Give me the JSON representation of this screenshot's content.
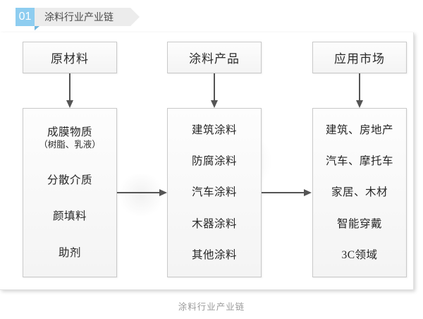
{
  "header": {
    "number": "01",
    "title": "涂料行业产业链"
  },
  "caption": "涂料行业产业链",
  "colors": {
    "badge_blue": "#8ecdf0",
    "badge_tail": "#6fb6de",
    "title_bg": "#ececec",
    "box_border": "#c9c9c9",
    "arrow": "#555555",
    "caption_text": "#9a9a9a"
  },
  "columns": [
    {
      "head": "原材料",
      "items": [
        {
          "text": "成膜物质",
          "sub": "（树脂、乳液）"
        },
        {
          "text": "分散介质",
          "sub": ""
        },
        {
          "text": "颜填料",
          "sub": ""
        },
        {
          "text": "助剂",
          "sub": ""
        }
      ]
    },
    {
      "head": "涂料产品",
      "items": [
        {
          "text": "建筑涂料",
          "sub": ""
        },
        {
          "text": "防腐涂料",
          "sub": ""
        },
        {
          "text": "汽车涂料",
          "sub": ""
        },
        {
          "text": "木器涂料",
          "sub": ""
        },
        {
          "text": "其他涂料",
          "sub": ""
        }
      ]
    },
    {
      "head": "应用市场",
      "items": [
        {
          "text": "建筑、房地产",
          "sub": ""
        },
        {
          "text": "汽车、摩托车",
          "sub": ""
        },
        {
          "text": "家居、木材",
          "sub": ""
        },
        {
          "text": "智能穿戴",
          "sub": ""
        },
        {
          "text": "3C领域",
          "sub": ""
        }
      ]
    }
  ],
  "arrows": {
    "down_icon": "arrow-down-icon",
    "right_icon": "arrow-right-icon"
  }
}
